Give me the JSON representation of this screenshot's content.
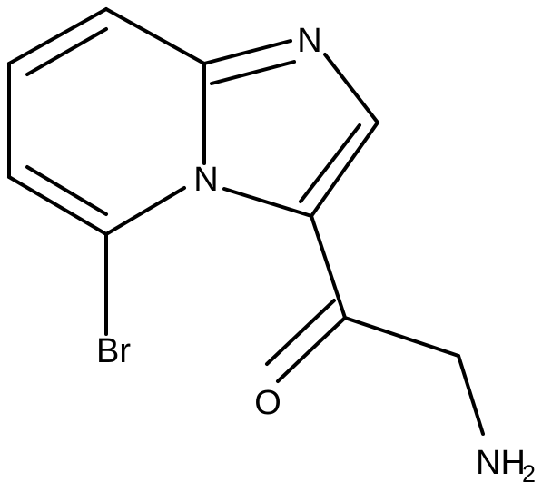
{
  "molecule": {
    "atoms": {
      "n_bridge": "N",
      "n_imidazole": "N",
      "oxygen": "O",
      "bromine": "Br",
      "amine": "NH",
      "amine_subscript": "2"
    },
    "bond_color": "#000000",
    "label_color": "#000000"
  }
}
